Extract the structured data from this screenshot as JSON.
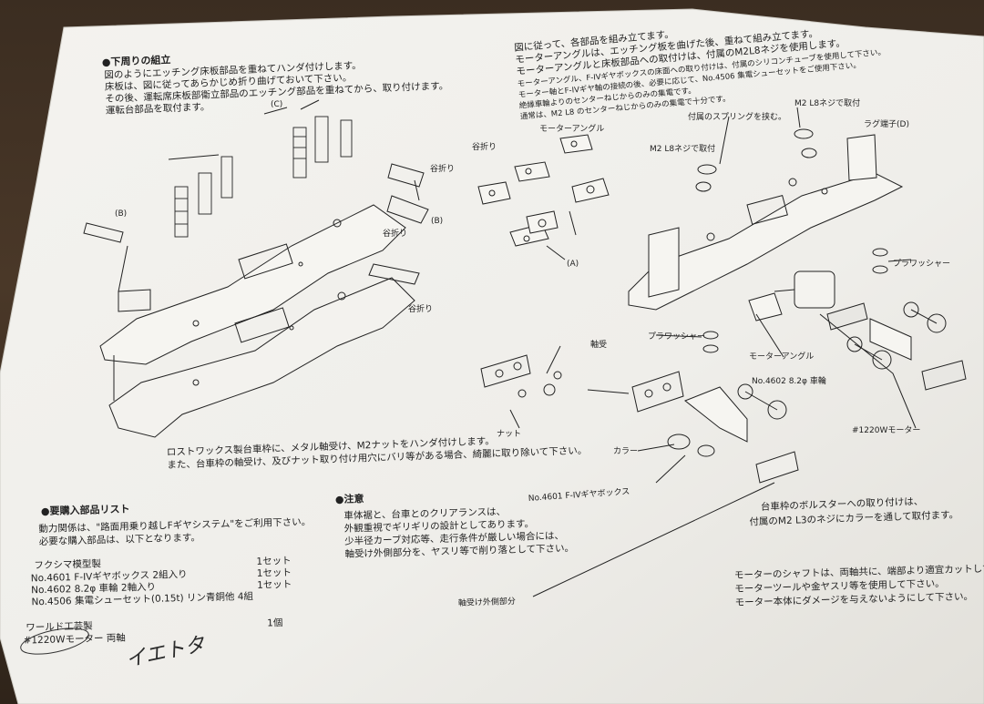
{
  "document": {
    "section_top_left": {
      "heading": "●下周りの組立",
      "lines": [
        "図のようにエッチング床板部品を重ねてハンダ付けします。",
        "床板は、図に従ってあらかじめ折り曲げておいて下さい。",
        "その後、運転席床板部衛立部品のエッチング部品を重ねてから、取り付けます。",
        "運転台部品を取付ます。"
      ]
    },
    "section_top_right": {
      "lines": [
        "図に従って、各部品を組み立てます。",
        "モーターアングルは、エッチング板を曲げた後、重ねて組み立てます。",
        "モーターアングルと床板部品への取付けは、付属のM2L8ネジを使用します。",
        "モーターアングル、F-IVギヤボックスの床面への取り付けは、付属のシリコンチューブを使用して下さい。",
        "モーター軸とF-IVギヤ軸の接続の後、必要に応じて、No.4506 集電シューセットをご使用下さい。",
        "絶縁車輪よりのセンターねじからのみの集電です。",
        "通常は、M2 L8 のセンターねじからのみの集電で十分です。"
      ]
    },
    "labels": {
      "c": "(C)",
      "b_left": "(B)",
      "b_right": "(B)",
      "a": "(A)",
      "taniori_1": "谷折り",
      "taniori_2": "谷折り",
      "taniori_3": "谷折り",
      "taniori_4": "谷折り",
      "motor_angle_top": "モーターアングル",
      "m2l8_mid": "M2 L8ネジで取付",
      "spring": "付属のスプリングを挟む。",
      "m2l8_top": "M2 L8ネジで取付",
      "lug": "ラグ端子(D)",
      "washer_right": "プラワッシャー",
      "washer_mid": "プラワッシャー",
      "motor_angle_bottom": "モーターアングル",
      "wheel": "No.4602  8.2φ 車輪",
      "motor": "#1220Wモーター",
      "bearing": "軸受",
      "nut": "ナット",
      "collar": "カラー",
      "gearbox": "No.4601  F-IVギヤボックス",
      "bearing_outer": "軸受け外側部分"
    },
    "caption_middle": [
      "ロストワックス製台車枠に、メタル軸受け、M2ナットをハンダ付けします。",
      "また、台車枠の軸受け、及びナット取り付け用穴にバリ等がある場合、綺麗に取り除いて下さい。"
    ],
    "parts_list": {
      "heading": "●要購入部品リスト",
      "intro": [
        "動力関係は、\"路面用乗り越しFギヤシステム\"をご利用下さい。",
        "必要な購入部品は、以下となります。"
      ],
      "maker_1": "フクシマ模型製",
      "items_1": [
        {
          "name": "No.4601  F-IVギヤボックス  2組入り",
          "qty": "1セット"
        },
        {
          "name": "No.4602  8.2φ 車輪       2軸入り",
          "qty": "1セット"
        },
        {
          "name": "No.4506  集電シューセット(0.15t) リン青銅他 4組",
          "qty": "1セット"
        }
      ],
      "maker_2": "ワールド工芸製",
      "items_2": [
        {
          "name": "#1220Wモーター  両軸",
          "qty": "1個"
        }
      ]
    },
    "notes": {
      "heading": "●注意",
      "lines": [
        "車体裾と、台車とのクリアランスは、",
        "外観重視でギリギリの設計としてあります。",
        "少半径カーブ対応等、走行条件が厳しい場合には、",
        "軸受け外側部分を、ヤスリ等で削り落として下さい。"
      ]
    },
    "bolster_note": [
      "台車枠のボルスターへの取り付けは、",
      "付属のM2  L3のネジにカラーを通して取付ます。"
    ],
    "motor_note": [
      "モーターのシャフトは、両軸共に、端部より適宜カットして使",
      "モーターツールや金ヤスリ等を使用して下さい。",
      "モーター本体にダメージを与えないようにして下さい。"
    ],
    "handwriting": "イエトタ"
  }
}
